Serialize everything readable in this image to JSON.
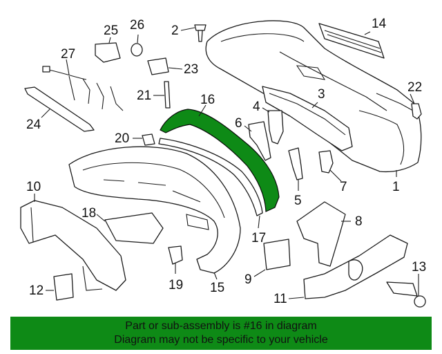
{
  "diagram": {
    "highlighted_part": "16",
    "callouts": {
      "c1": "1",
      "c2": "2",
      "c3": "3",
      "c4": "4",
      "c5": "5",
      "c6": "6",
      "c7": "7",
      "c8": "8",
      "c9": "9",
      "c10": "10",
      "c11": "11",
      "c12": "12",
      "c13": "13",
      "c14": "14",
      "c15": "15",
      "c16": "16",
      "c17": "17",
      "c18": "18",
      "c19": "19",
      "c20": "20",
      "c21": "21",
      "c23": "23",
      "c24": "24",
      "c25": "25",
      "c26": "26",
      "c27": "27"
    },
    "c22": "22",
    "colors": {
      "highlight": "#0e8a16",
      "banner": "#0e8a16",
      "line": "#1a1a1a"
    }
  },
  "banner": {
    "line1": "Part or sub-assembly is #16 in diagram",
    "line2": "Diagram may not be specific to your vehicle"
  }
}
